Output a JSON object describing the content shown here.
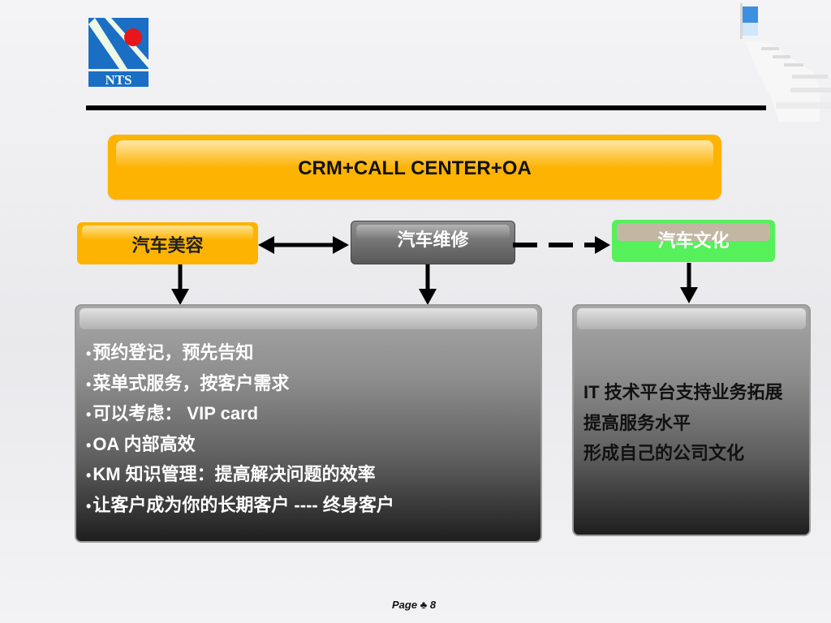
{
  "slide": {
    "logo": {
      "text": "NTS",
      "colors": {
        "blue": "#1a6fc4",
        "red": "#e8151b",
        "stripe": "#eef8e6"
      }
    },
    "banner": {
      "title": "CRM+CALL CENTER+OA",
      "color": "#fdb302"
    },
    "nodes": [
      {
        "label": "汽车美容",
        "color": "#fdb302"
      },
      {
        "label": "汽车维修",
        "color": "#5f5f5f"
      },
      {
        "label": "汽车文化",
        "color": "#56f05a"
      }
    ],
    "left_panel": {
      "bullet": "•",
      "items": [
        "预约登记，预先告知",
        "菜单式服务，按客户需求",
        "可以考虑： VIP card",
        "OA 内部高效",
        "KM 知识管理：提高解决问题的效率",
        "让客户成为你的长期客户 ---- 终身客户"
      ]
    },
    "right_panel": {
      "lines": [
        "IT 技术平台支持业务拓展",
        "提高服务水平",
        "形成自己的公司文化"
      ]
    },
    "footer": {
      "page_label": "Page",
      "page_number": "8",
      "separator_icon": "clover-icon"
    }
  }
}
